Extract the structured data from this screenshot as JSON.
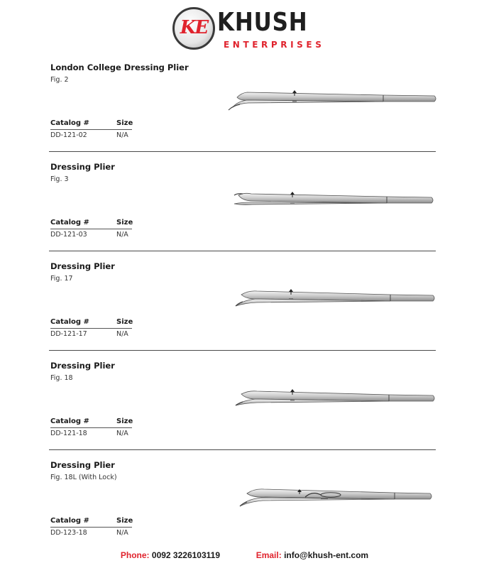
{
  "brand": {
    "monogram": "KE",
    "name": "KHUSH",
    "subtitle": "ENTERPRISES",
    "accent_color": "#e0232d"
  },
  "table_headers": {
    "catalog": "Catalog #",
    "size": "Size"
  },
  "products": [
    {
      "name": "London College Dressing Plier",
      "figure": "Fig. 2",
      "catalog": "DD-121-02",
      "size": "N/A",
      "icon": "dressing-plier-icon"
    },
    {
      "name": "Dressing Plier",
      "figure": "Fig. 3",
      "catalog": "DD-121-03",
      "size": "N/A",
      "icon": "dressing-plier-icon"
    },
    {
      "name": "Dressing Plier",
      "figure": "Fig. 17",
      "catalog": "DD-121-17",
      "size": "N/A",
      "icon": "dressing-plier-icon"
    },
    {
      "name": "Dressing Plier",
      "figure": "Fig. 18",
      "catalog": "DD-121-18",
      "size": "N/A",
      "icon": "dressing-plier-icon"
    },
    {
      "name": "Dressing Plier",
      "figure": "Fig. 18L (With Lock)",
      "catalog": "DD-123-18",
      "size": "N/A",
      "icon": "locking-dressing-plier-icon"
    }
  ],
  "footer": {
    "phone_label": "Phone:",
    "phone": "0092 3226103119",
    "email_label": "Email:",
    "email": "info@khush-ent.com"
  }
}
